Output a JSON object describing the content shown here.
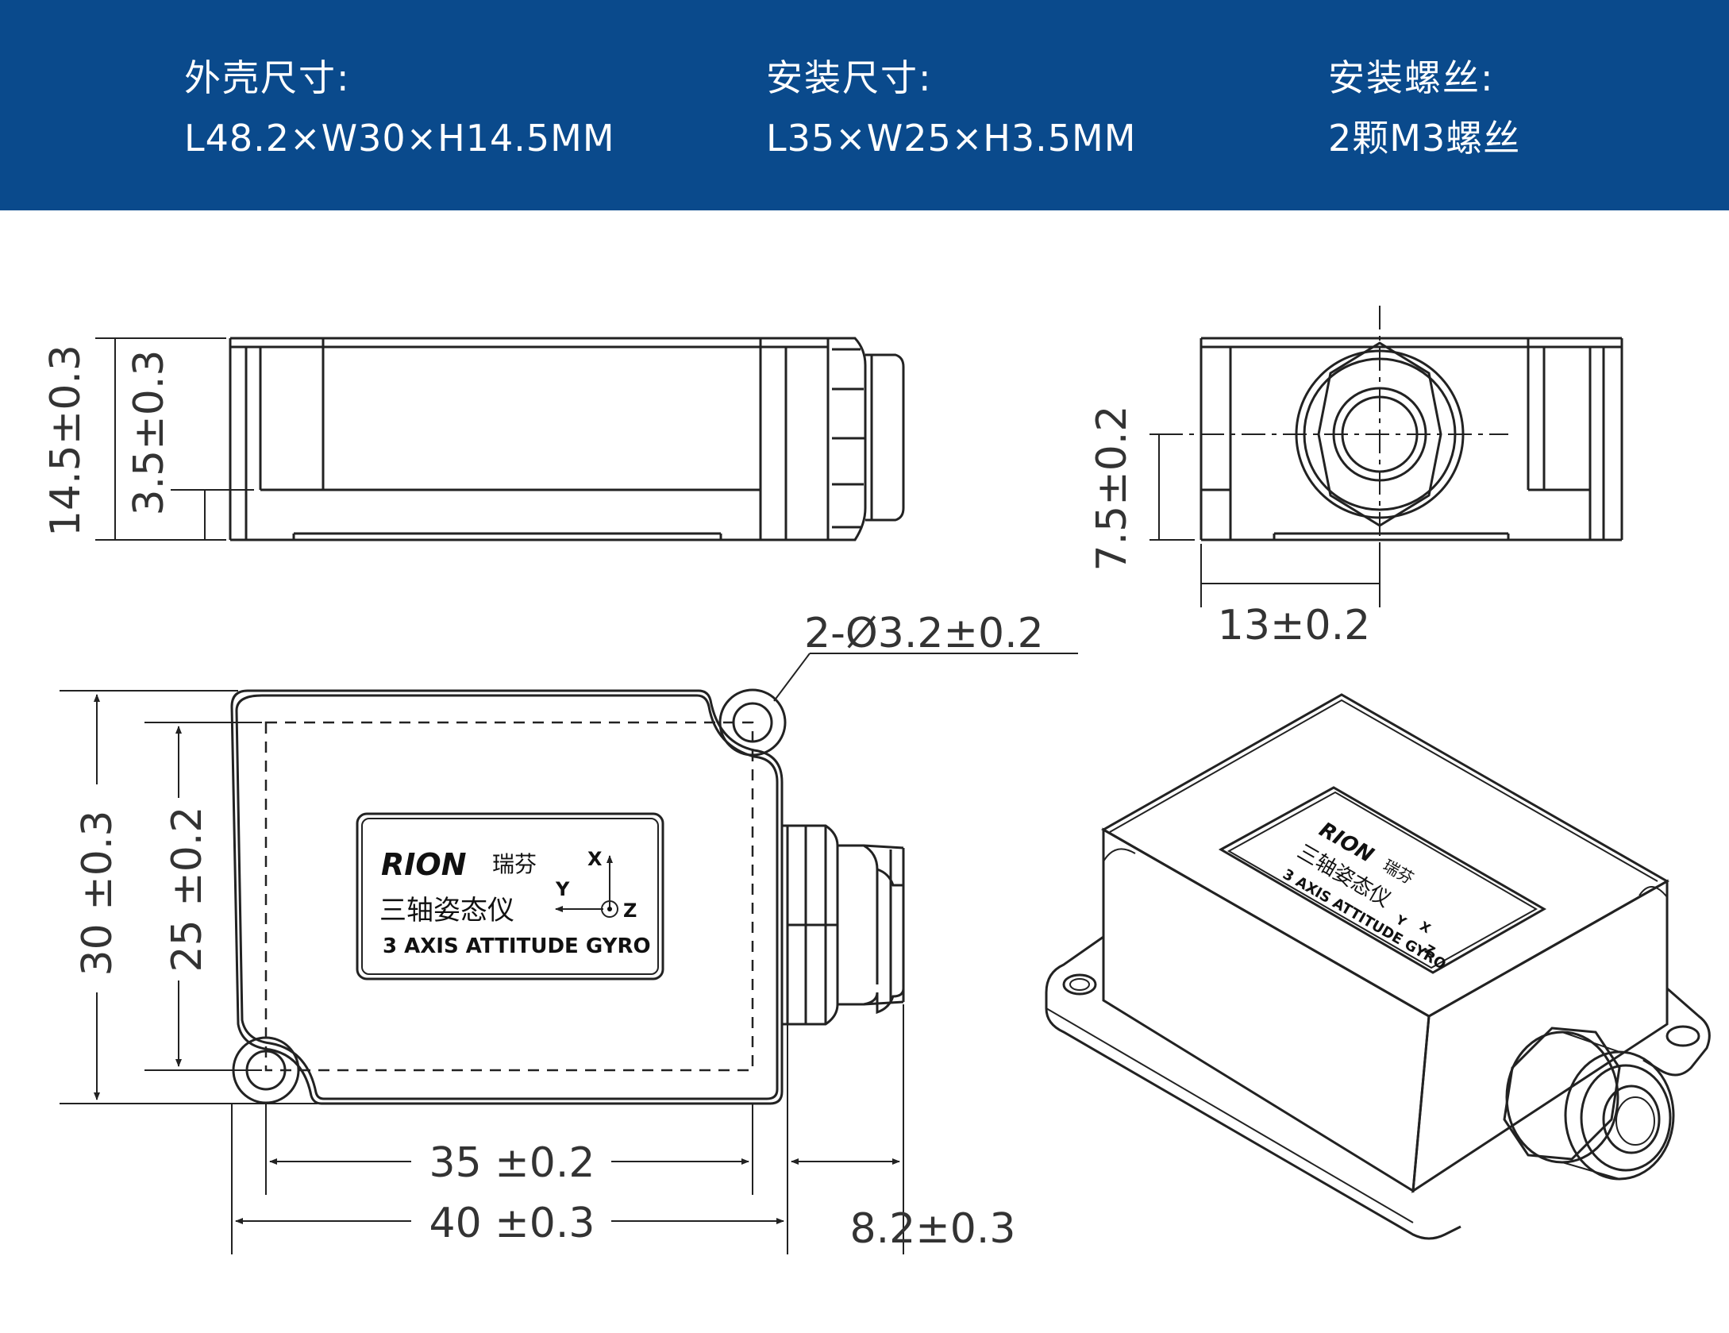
{
  "header": {
    "specs": [
      {
        "label": "外壳尺寸:",
        "value": "L48.2×W30×H14.5MM"
      },
      {
        "label": "安装尺寸:",
        "value": "L35×W25×H3.5MM"
      },
      {
        "label": "安装螺丝:",
        "value": "2颗M3螺丝"
      }
    ]
  },
  "dimensions": {
    "side_total_height": "14.5±0.3",
    "side_flange_height": "3.5±0.3",
    "end_center_height": "7.5±0.2",
    "end_half_width": "13±0.2",
    "hole_spec": "2-Ø3.2±0.2",
    "top_width": "30 ±0.3",
    "top_hole_pitch_y": "25 ±0.2",
    "top_hole_pitch_x": "35 ±0.2",
    "top_length": "40 ±0.3",
    "connector_length": "8.2±0.3"
  },
  "label": {
    "brand": "RION",
    "brand_cn": "瑞芬",
    "product_cn": "三轴姿态仪",
    "product_en": "3 AXIS ATTITUDE GYRO",
    "axis_x": "X",
    "axis_y": "Y",
    "axis_z": "Z"
  }
}
